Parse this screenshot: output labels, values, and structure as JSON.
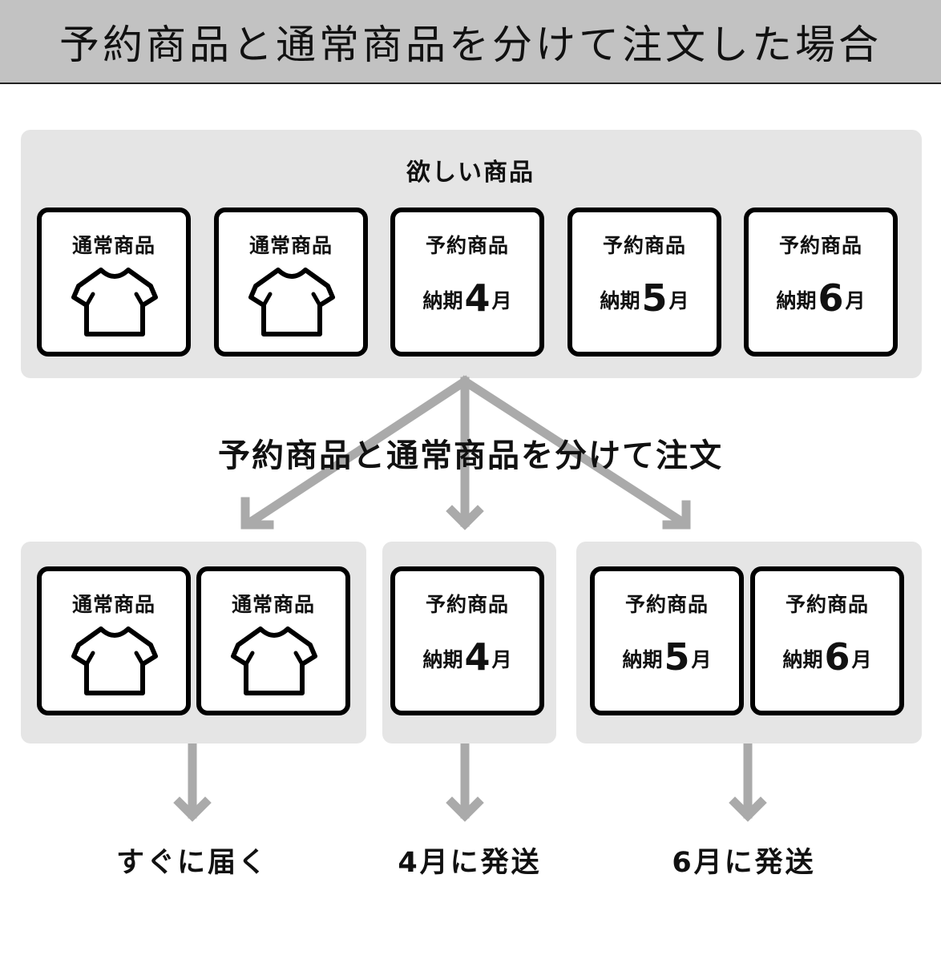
{
  "title": "予約商品と通常商品を分けて注文した場合",
  "wanted": {
    "title": "欲しい商品",
    "items": [
      {
        "label": "通常商品",
        "icon": "tshirt-icon"
      },
      {
        "label": "通常商品",
        "icon": "tshirt-icon"
      },
      {
        "label": "予約商品",
        "due_prefix": "納期",
        "due_month": "4",
        "due_suffix": "月"
      },
      {
        "label": "予約商品",
        "due_prefix": "納期",
        "due_month": "5",
        "due_suffix": "月"
      },
      {
        "label": "予約商品",
        "due_prefix": "納期",
        "due_month": "6",
        "due_suffix": "月"
      }
    ]
  },
  "split_label": "予約商品と通常商品を分けて注文",
  "orders": [
    {
      "items": [
        {
          "label": "通常商品",
          "icon": "tshirt-icon"
        },
        {
          "label": "通常商品",
          "icon": "tshirt-icon"
        }
      ],
      "result": "すぐに届く"
    },
    {
      "items": [
        {
          "label": "予約商品",
          "due_prefix": "納期",
          "due_month": "4",
          "due_suffix": "月"
        }
      ],
      "result": "4月に発送"
    },
    {
      "items": [
        {
          "label": "予約商品",
          "due_prefix": "納期",
          "due_month": "5",
          "due_suffix": "月"
        },
        {
          "label": "予約商品",
          "due_prefix": "納期",
          "due_month": "6",
          "due_suffix": "月"
        }
      ],
      "result": "6月に発送"
    }
  ],
  "colors": {
    "header_bg": "#c2c2c2",
    "panel_bg": "#e5e5e5",
    "arrow": "#aaaaaa",
    "card_border": "#000000"
  }
}
